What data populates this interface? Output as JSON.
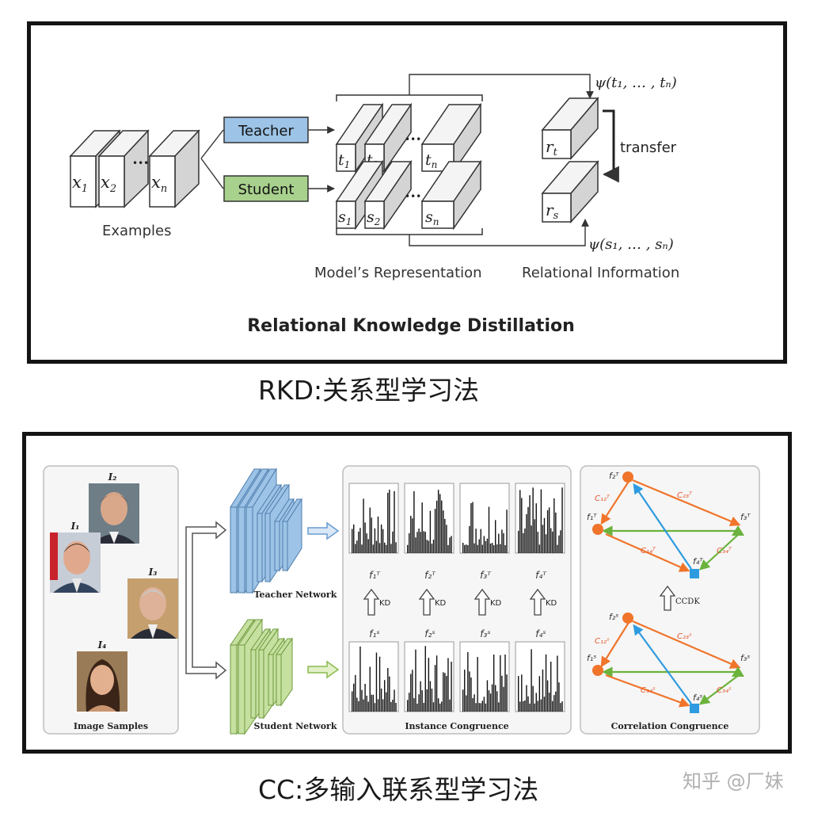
{
  "rkd": {
    "examples_label": "Examples",
    "teacher_label": "Teacher",
    "student_label": "Student",
    "examples": [
      "x",
      "x",
      "x"
    ],
    "examples_sub": [
      "1",
      "2",
      "n"
    ],
    "teacher_reps": [
      "t",
      "t",
      "t"
    ],
    "teacher_reps_sub": [
      "1",
      "2",
      "n"
    ],
    "student_reps": [
      "s",
      "s",
      "s"
    ],
    "student_reps_sub": [
      "1",
      "2",
      "n"
    ],
    "dots": "•••",
    "psi_teacher": "ψ(t₁, … , tₙ)",
    "psi_student": "ψ(s₁, … , sₙ)",
    "r_teacher": "r",
    "r_teacher_sub": "t",
    "r_student": "r",
    "r_student_sub": "s",
    "transfer_label": "transfer",
    "model_rep_label": "Model’s Representation",
    "relational_info_label": "Relational Information",
    "title": "Relational Knowledge Distillation",
    "caption": "RKD:关系型学习法"
  },
  "cc": {
    "image_samples_label": "Image Samples",
    "image_labels": [
      "I₂",
      "I₁",
      "I₃",
      "I₄"
    ],
    "teacher_network_label": "Teacher Network",
    "student_network_label": "Student Network",
    "instance_congruence_label": "Instance Congruence",
    "correlation_congruence_label": "Correlation Congruence",
    "teacher_features": [
      "f₁ᵀ",
      "f₂ᵀ",
      "f₃ᵀ",
      "f₄ᵀ"
    ],
    "student_features": [
      "f₁ˢ",
      "f₂ˢ",
      "f₃ˢ",
      "f₄ˢ"
    ],
    "kd_label": "KD",
    "ccdk_label": "CCDK",
    "teacher_graph_nodes": [
      "f₂ᵀ",
      "f₁ᵀ",
      "f₃ᵀ",
      "f₄ᵀ"
    ],
    "teacher_graph_edges": [
      "C₁₂ᵀ",
      "C₂₃ᵀ",
      "C₁₄ᵀ",
      "C₃₄ᵀ"
    ],
    "student_graph_nodes": [
      "f₂ˢ",
      "f₁ˢ",
      "f₃ˢ",
      "f₄ˢ"
    ],
    "student_graph_edges": [
      "C₁₂ˢ",
      "C₂₃ˢ",
      "C₁₄ˢ",
      "C₃₄ˢ"
    ],
    "caption": "CC:多输入联系型学习法",
    "colors": {
      "teacher_box": "#9dc3e6",
      "student_box": "#a9d18e",
      "node_orange": "#f0742a",
      "node_green": "#6bb33c",
      "node_blue": "#2e9be0"
    }
  },
  "watermark": "知乎 @厂妹"
}
